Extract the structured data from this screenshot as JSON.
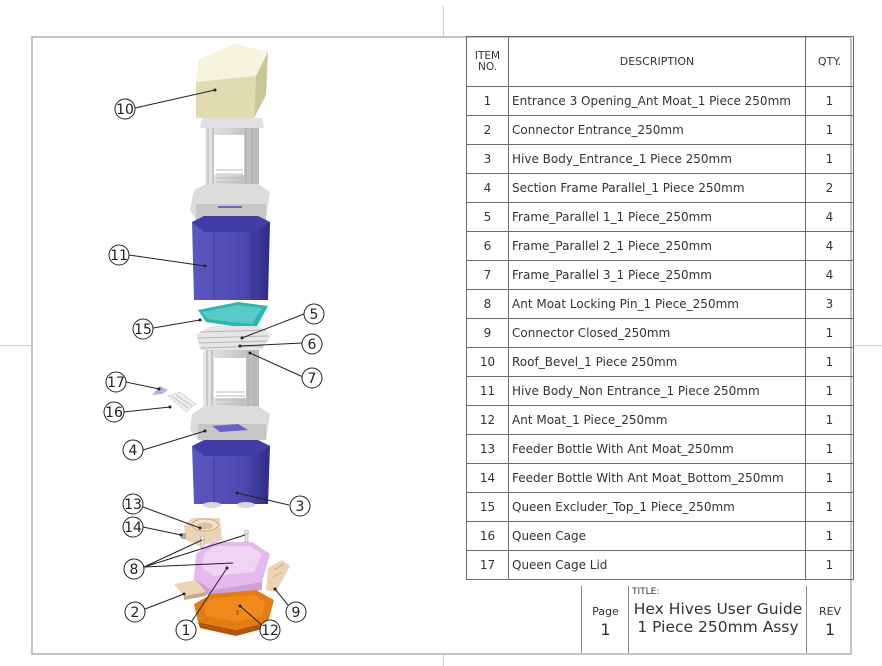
{
  "bom": {
    "headers": {
      "item_no": "ITEM NO.",
      "item_no_line1": "ITEM",
      "item_no_line2": "NO.",
      "description": "DESCRIPTION",
      "qty": "QTY."
    },
    "rows": [
      {
        "no": "1",
        "description": "Entrance 3 Opening_Ant Moat_1 Piece 250mm",
        "qty": "1"
      },
      {
        "no": "2",
        "description": "Connector Entrance_250mm",
        "qty": "1"
      },
      {
        "no": "3",
        "description": "Hive Body_Entrance_1 Piece 250mm",
        "qty": "1"
      },
      {
        "no": "4",
        "description": "Section Frame Parallel_1 Piece 250mm",
        "qty": "2"
      },
      {
        "no": "5",
        "description": "Frame_Parallel 1_1 Piece_250mm",
        "qty": "4"
      },
      {
        "no": "6",
        "description": "Frame_Parallel 2_1 Piece_250mm",
        "qty": "4"
      },
      {
        "no": "7",
        "description": "Frame_Parallel 3_1 Piece_250mm",
        "qty": "4"
      },
      {
        "no": "8",
        "description": "Ant Moat Locking Pin_1 Piece_250mm",
        "qty": "3"
      },
      {
        "no": "9",
        "description": "Connector Closed_250mm",
        "qty": "1"
      },
      {
        "no": "10",
        "description": "Roof_Bevel_1 Piece 250mm",
        "qty": "1"
      },
      {
        "no": "11",
        "description": "Hive Body_Non Entrance_1 Piece 250mm",
        "qty": "1"
      },
      {
        "no": "12",
        "description": "Ant Moat_1 Piece_250mm",
        "qty": "1"
      },
      {
        "no": "13",
        "description": "Feeder Bottle With Ant Moat_250mm",
        "qty": "1"
      },
      {
        "no": "14",
        "description": "Feeder Bottle With Ant Moat_Bottom_250mm",
        "qty": "1"
      },
      {
        "no": "15",
        "description": "Queen Excluder_Top_1 Piece_250mm",
        "qty": "1"
      },
      {
        "no": "16",
        "description": "Queen Cage",
        "qty": "1"
      },
      {
        "no": "17",
        "description": "Queen Cage Lid",
        "qty": "1"
      }
    ]
  },
  "title_block": {
    "page_label": "Page",
    "page_value": "1",
    "title_label": "TITLE:",
    "title_line1": "Hex Hives User Guide",
    "title_line2": "1 Piece 250mm Assy",
    "rev_label": "REV",
    "rev_value": "1"
  },
  "balloons": [
    "10",
    "11",
    "15",
    "5",
    "6",
    "7",
    "17",
    "16",
    "4",
    "3",
    "13",
    "14",
    "8",
    "2",
    "9",
    "1",
    "12"
  ],
  "part_colors": {
    "roof": "#eeeac4",
    "frame_grey": "#d8d8d8",
    "hive_body": "#5a56b8",
    "queen_excluder": "#2bb3b0",
    "entrance_pink": "#e6b8ee",
    "ant_moat_orange": "#e07a10",
    "connector_tan": "#ecd3b5"
  }
}
